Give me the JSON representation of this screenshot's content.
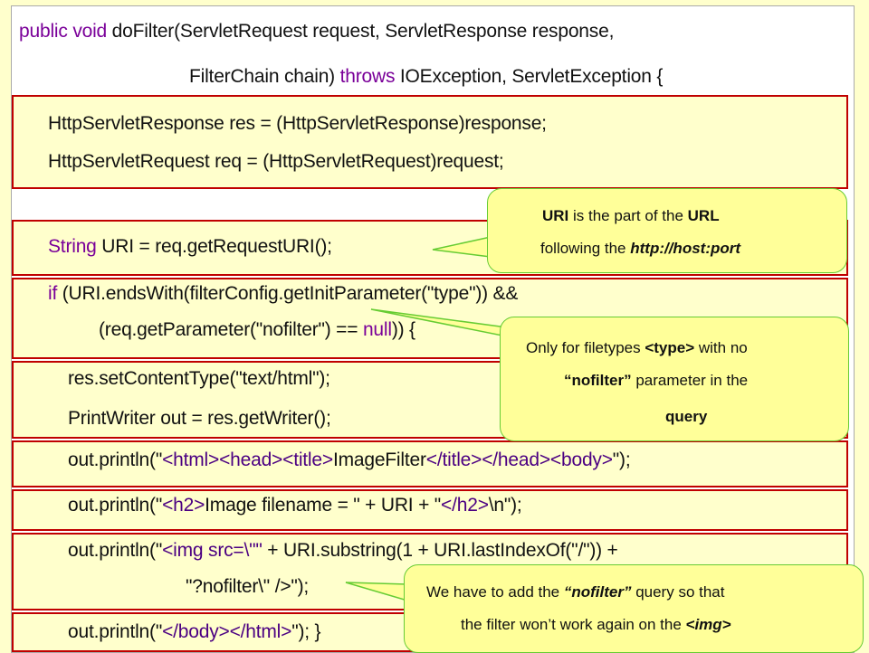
{
  "code": {
    "l1": {
      "kw1": "public",
      "kw2": "void",
      "rest": " doFilter(ServletRequest request, ServletResponse response,"
    },
    "l2": {
      "a": "FilterChain chain) ",
      "kw": "throws",
      "b": " IOException, ServletException {"
    },
    "l3": "HttpServletResponse res = (HttpServletResponse)response;",
    "l4": "HttpServletRequest req = (HttpServletRequest)request;",
    "l5": {
      "kw": "String",
      "rest": " URI = req.getRequestURI();"
    },
    "l6": {
      "kw": "if",
      "rest": " (URI.endsWith(filterConfig.getInitParameter(\"type\")) &&"
    },
    "l7": {
      "a": "(req.getParameter(\"nofilter\") == ",
      "kw": "null",
      "b": ")) {"
    },
    "l8": "res.setContentType(\"text/html\");",
    "l9": "PrintWriter out = res.getWriter();",
    "l10": {
      "a": "out.println(\"",
      "t1": "<html>",
      "t2": "<head>",
      "t3": "<title>",
      "mid": "ImageFilter",
      "t4": "</title>",
      "t5": "</head>",
      "t6": "<body>",
      "b": "\");"
    },
    "l11": {
      "a": "out.println(\"",
      "t1": "<h2>",
      "mid": "Image filename = \" + URI + \"",
      "t2": "</h2>",
      "b": "\\n\");"
    },
    "l12": {
      "a": "out.println(\"",
      "t1": "<img src=\\\"\"",
      "b": " + URI.substring(1 + URI.lastIndexOf(\"/\")) +"
    },
    "l13": "\"?nofilter\\\" />\");",
    "l14": {
      "a": "out.println(\"",
      "t1": "</body>",
      "t2": "</html>",
      "b": "\"); }"
    }
  },
  "bubbles": {
    "uri": {
      "p1": "URI",
      "p2": " is the part of the ",
      "p3": "URL",
      "p4": "following the ",
      "p5": "http://host:port"
    },
    "filetypes": {
      "p1": "Only for filetypes ",
      "p2": "<type>",
      "p3": " with no",
      "p4": "“nofilter”",
      "p5": " parameter in the",
      "p6": "query"
    },
    "nofilter": {
      "p1": "We have to add the ",
      "p2": "“nofilter”",
      "p3": " query so that",
      "p4": "the filter won’t work again on the ",
      "p5": "<img>"
    }
  },
  "colors": {
    "keyword": "#7a0099",
    "box_border": "#c00000",
    "box_fill": "#ffffcc",
    "bubble_fill": "#ffff99",
    "bubble_border": "#66cc33"
  }
}
